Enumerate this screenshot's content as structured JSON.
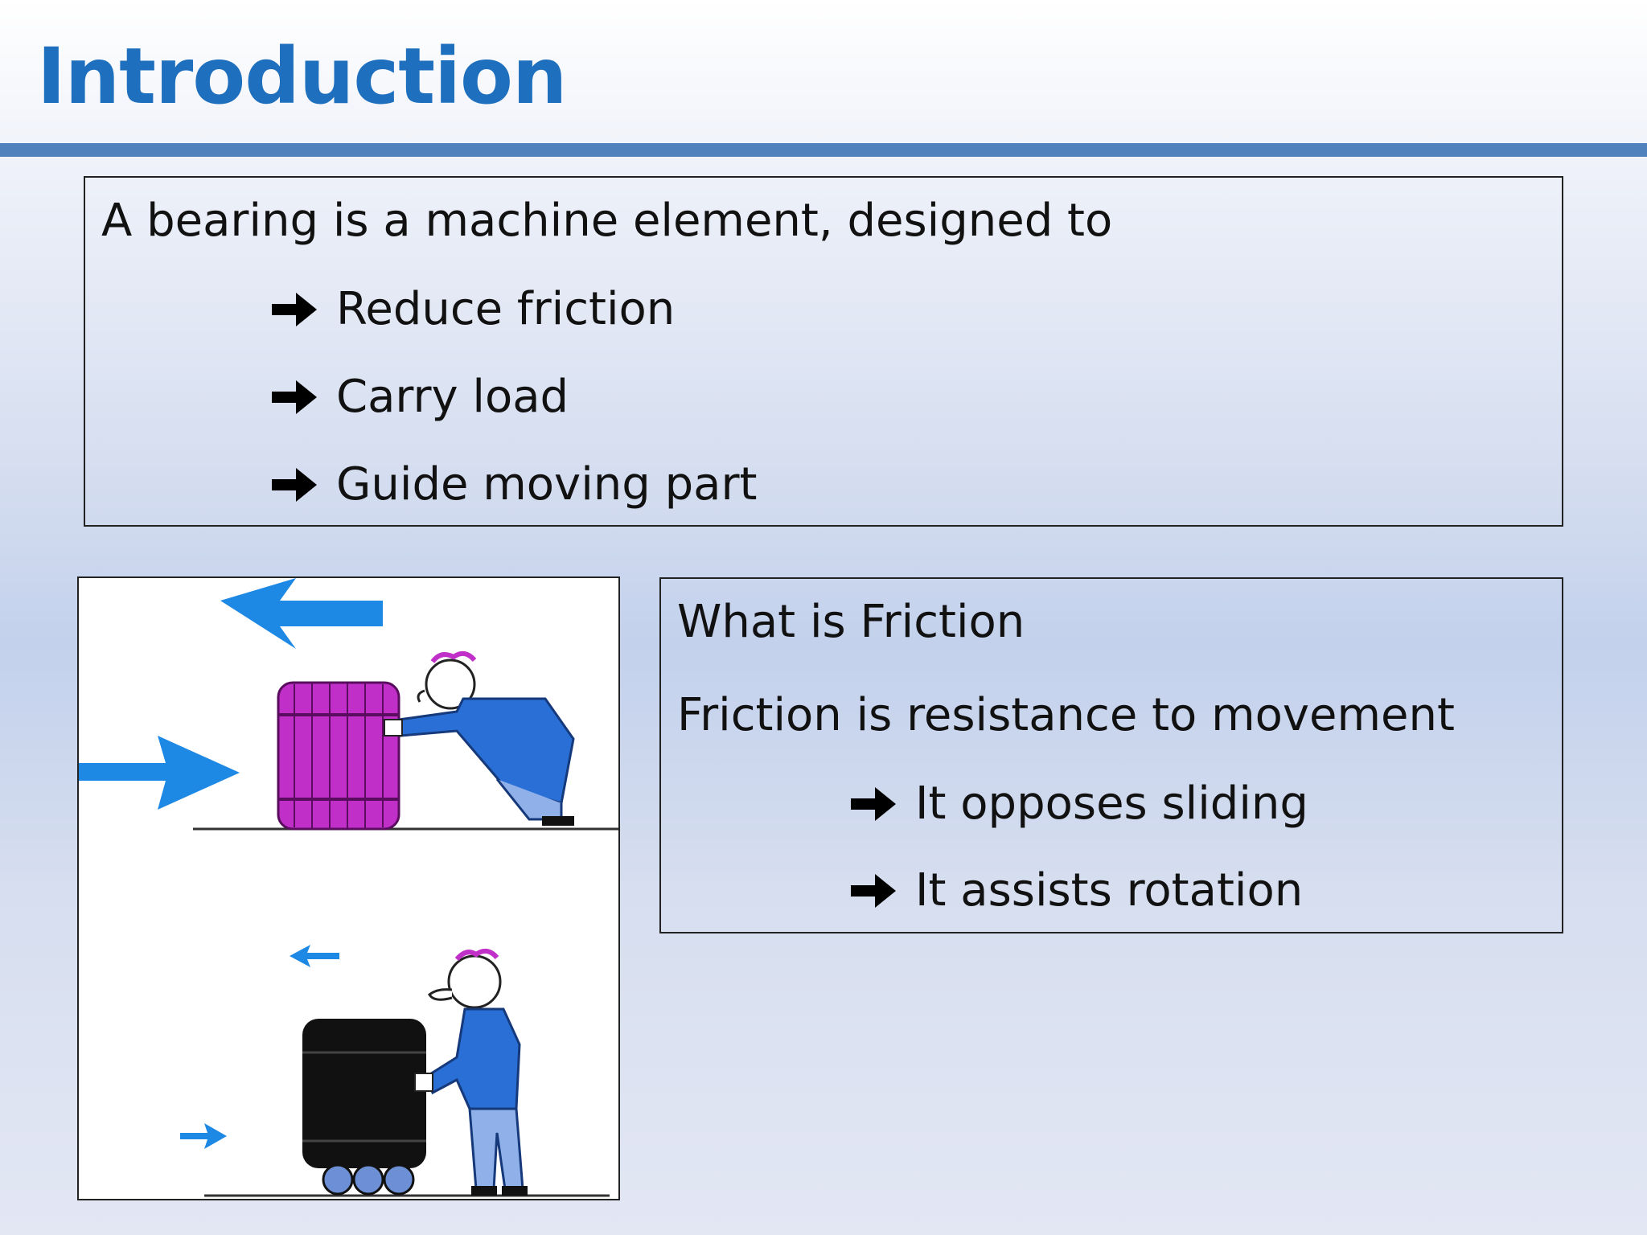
{
  "slide": {
    "title": "Introduction",
    "definition": {
      "lead": "A bearing is a machine element, designed to",
      "points": [
        "Reduce friction",
        "Carry load",
        "Guide moving part"
      ]
    },
    "friction": {
      "heading": "What is Friction",
      "statement": "Friction is resistance to movement",
      "points": [
        "It opposes sliding",
        "It assists rotation"
      ]
    },
    "colors": {
      "title": "#1e6fbd",
      "rule": "#4f81bd",
      "arrow_blue": "#1e88e5",
      "barrel_magenta": "#c030c8",
      "coat_blue": "#2a6fd6"
    },
    "icons": {
      "bullet": "right-arrow-icon"
    }
  }
}
